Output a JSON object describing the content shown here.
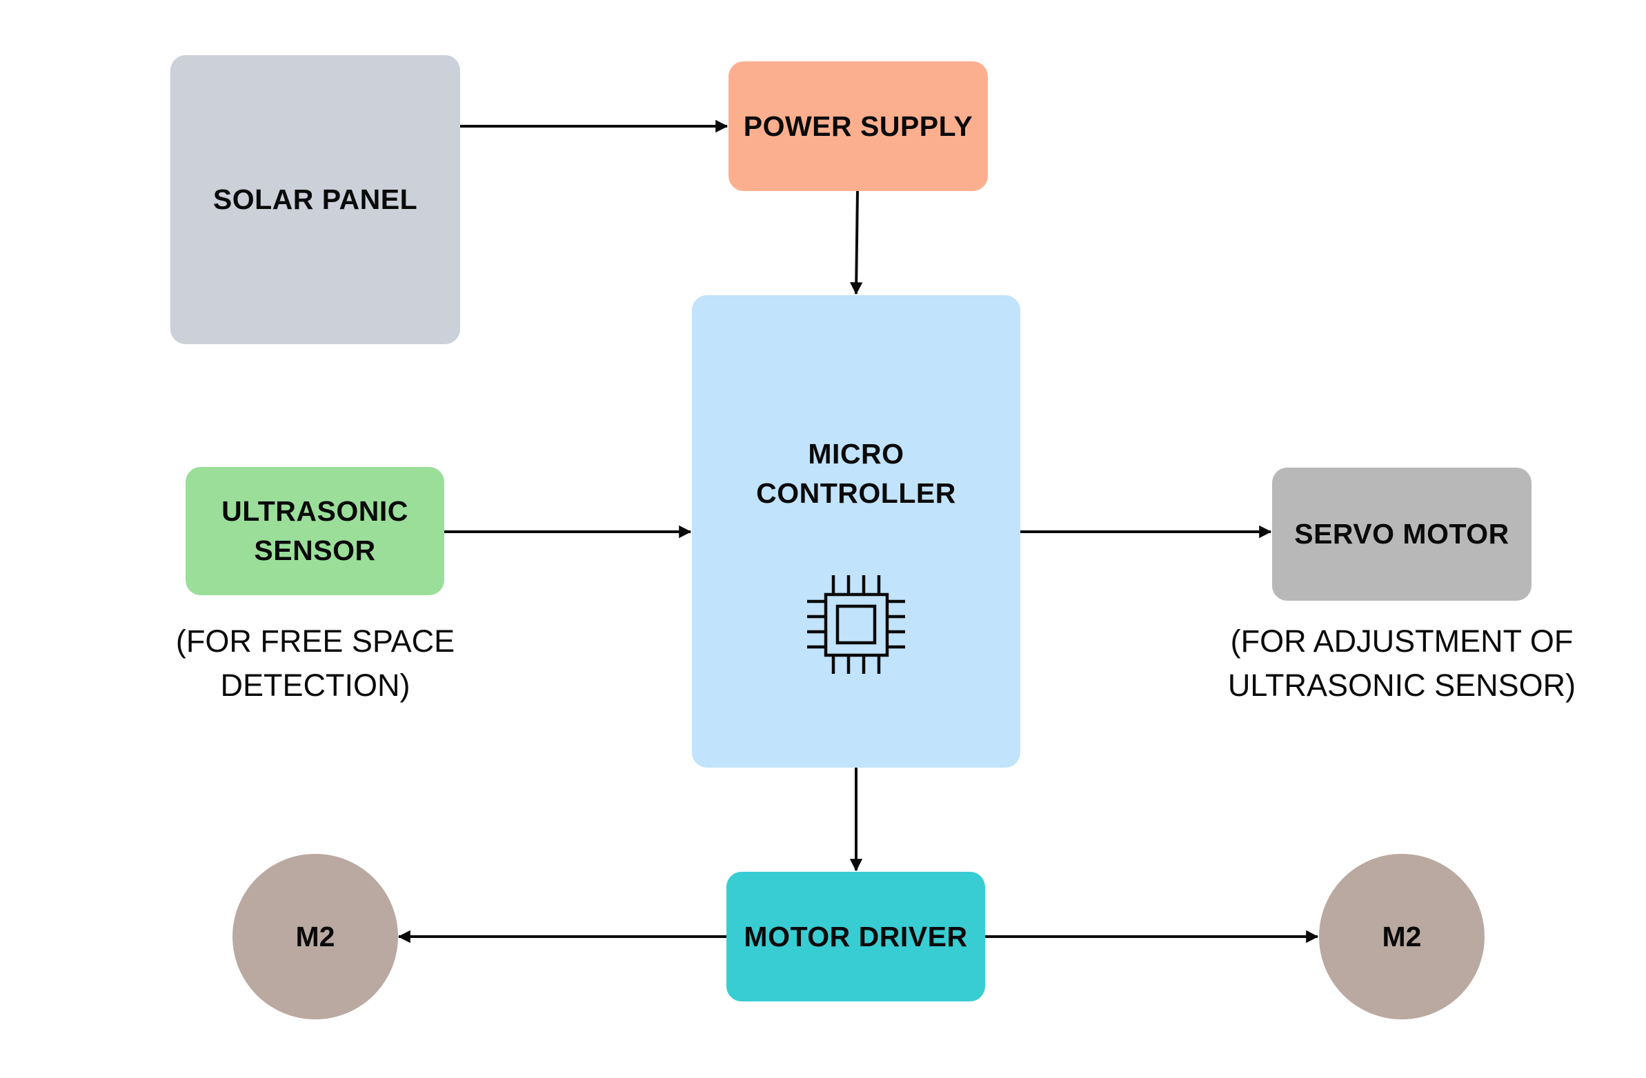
{
  "diagram": {
    "blocks": [
      {
        "id": "solar_panel",
        "lines": [
          "SOLAR PANEL"
        ],
        "color": "#CBD0D9"
      },
      {
        "id": "power_supply",
        "lines": [
          "POWER SUPPLY"
        ],
        "color": "#FCAF8F"
      },
      {
        "id": "microcontroller",
        "lines": [
          "MICRO",
          "CONTROLLER"
        ],
        "color": "#C1E3FB",
        "icon": "microchip-icon"
      },
      {
        "id": "ultrasonic_sensor",
        "lines": [
          "ULTRASONIC",
          "SENSOR"
        ],
        "color": "#9ADE9A"
      },
      {
        "id": "servo_motor",
        "lines": [
          "SERVO MOTOR"
        ],
        "color": "#B9B8B9"
      },
      {
        "id": "motor_driver",
        "lines": [
          "MOTOR DRIVER"
        ],
        "color": "#38CDD3"
      },
      {
        "id": "motor_left",
        "lines": [
          "M2"
        ],
        "color": "#BAA9A0",
        "shape": "circle"
      },
      {
        "id": "motor_right",
        "lines": [
          "M2"
        ],
        "color": "#BAA9A0",
        "shape": "circle"
      }
    ],
    "captions": {
      "ultrasonic": [
        "(FOR FREE SPACE",
        "DETECTION)"
      ],
      "servo": [
        "(FOR ADJUSTMENT OF",
        "ULTRASONIC SENSOR)"
      ]
    },
    "connections": [
      {
        "from": "solar_panel",
        "to": "power_supply"
      },
      {
        "from": "power_supply",
        "to": "microcontroller"
      },
      {
        "from": "ultrasonic_sensor",
        "to": "microcontroller"
      },
      {
        "from": "microcontroller",
        "to": "servo_motor"
      },
      {
        "from": "microcontroller",
        "to": "motor_driver"
      },
      {
        "from": "motor_driver",
        "to": "motor_left"
      },
      {
        "from": "motor_driver",
        "to": "motor_right"
      }
    ],
    "line_color": "#0A0A0A"
  }
}
